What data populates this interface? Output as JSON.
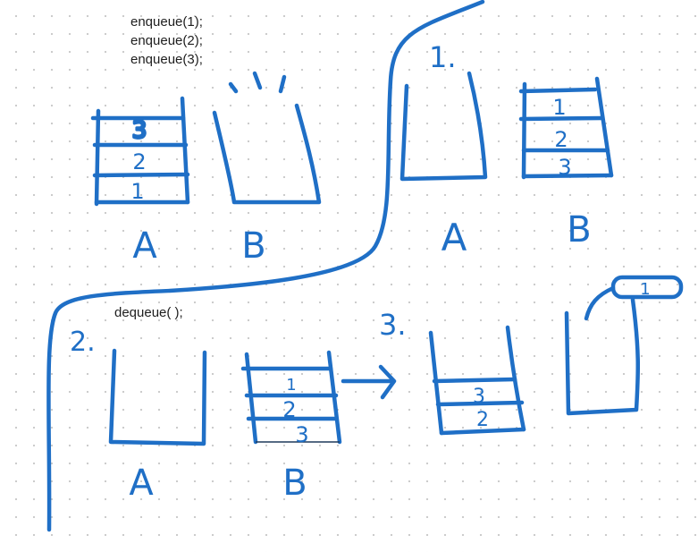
{
  "code": {
    "enqueue_lines": [
      "enqueue(1);",
      "enqueue(2);",
      "enqueue(3);"
    ],
    "dequeue_line": "dequeue( );"
  },
  "steps": {
    "step1": "1.",
    "step2": "2.",
    "step3": "3."
  },
  "stacks": {
    "label_a": "A",
    "label_b": "B",
    "panel0_a_items": [
      "3",
      "2",
      "1"
    ],
    "panel1_b_items": [
      "1",
      "2",
      "3"
    ],
    "panel2_b_items": [
      "1",
      "2",
      "3"
    ],
    "panel3_left_items": [
      "3",
      "2"
    ],
    "popped_item": "1"
  },
  "colors": {
    "ink": "#1f6fc6",
    "text": "#1e1e1e",
    "dots": "#c9c9c9"
  }
}
